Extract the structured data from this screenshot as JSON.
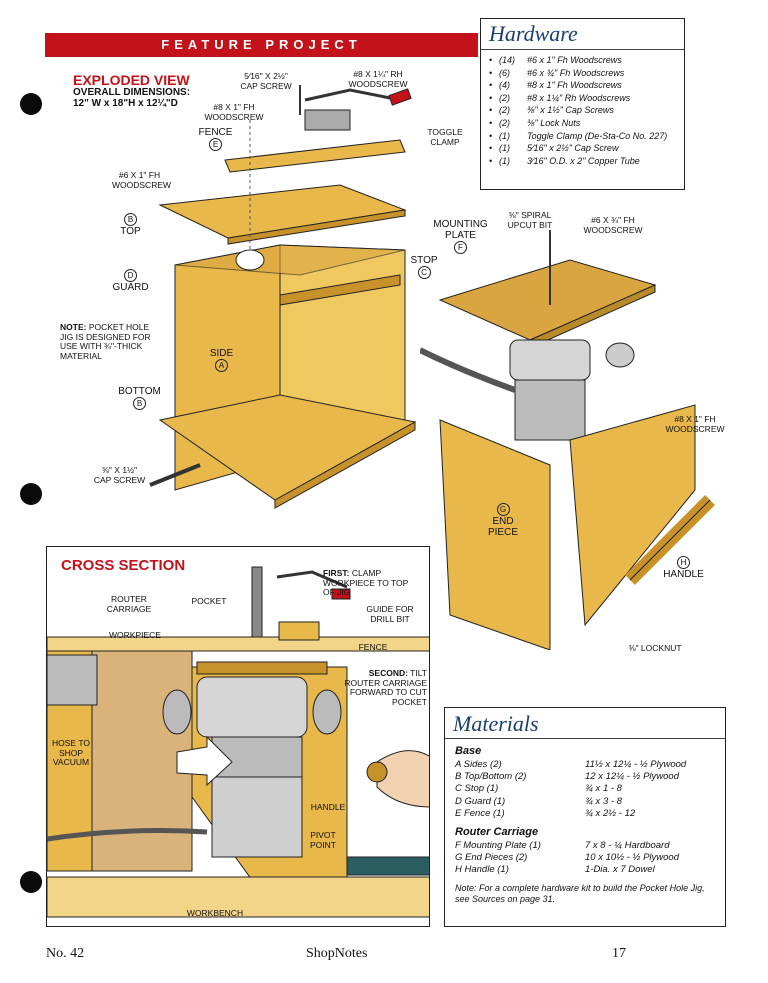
{
  "banner": "FEATURE PROJECT",
  "exploded": {
    "title": "EXPLODED VIEW",
    "dims_label": "OVERALL DIMENSIONS:",
    "dims": "12\" W x 18\"H x 12¼\"D"
  },
  "hardware": {
    "title": "Hardware",
    "items": [
      {
        "qty": "(14)",
        "desc": "#6 x 1\" Fh Woodscrews"
      },
      {
        "qty": "(6)",
        "desc": "#6 x ¾\" Fh Woodscrews"
      },
      {
        "qty": "(4)",
        "desc": "#8 x 1\" Fh Woodscrews"
      },
      {
        "qty": "(2)",
        "desc": "#8 x 1¼\" Rh Woodscrews"
      },
      {
        "qty": "(2)",
        "desc": "⅜\" x 1½\" Cap Screws"
      },
      {
        "qty": "(2)",
        "desc": "⅜\" Lock Nuts"
      },
      {
        "qty": "(1)",
        "desc": "Toggle Clamp (De-Sta-Co No. 227)"
      },
      {
        "qty": "(1)",
        "desc": "5⁄16\" x 2½\" Cap Screw"
      },
      {
        "qty": "(1)",
        "desc": "3⁄16\" O.D. x 2\" Copper Tube"
      }
    ]
  },
  "labels": {
    "capscrew_top": "5⁄16\" x 2½\" CAP SCREW",
    "rh_screw": "#8 x 1¼\" Rh WOODSCREW",
    "fh_8_top": "#8 x 1\" Fh WOODSCREW",
    "fence": "FENCE",
    "fence_letter": "E",
    "toggle": "TOGGLE CLAMP",
    "fh_6_left": "#6 x 1\" Fh WOODSCREW",
    "top": "TOP",
    "top_letter": "B",
    "guard": "GUARD",
    "guard_letter": "D",
    "stop": "STOP",
    "stop_letter": "C",
    "side": "SIDE",
    "side_letter": "A",
    "bottom": "BOTTOM",
    "bottom_letter": "B",
    "note_bold": "NOTE:",
    "note_text": "POCKET HOLE JIG IS DESIGNED FOR USE WITH ¾\"-THICK MATERIAL",
    "capscrew_bottom": "⅜\" x 1½\" CAP SCREW",
    "spiral": "⅜\" SPIRAL UPCUT BIT",
    "mount": "MOUNTING PLATE",
    "mount_letter": "F",
    "fh_6_right": "#6 x ¾\" Fh WOODSCREW",
    "fh_8_right": "#8 x 1\" Fh WOODSCREW",
    "endpiece": "END PIECE",
    "endpiece_letter": "G",
    "handle": "HANDLE",
    "handle_letter": "H",
    "locknut": "⅜\" LOCKNUT"
  },
  "cross": {
    "title": "CROSS SECTION",
    "router_carriage": "ROUTER CARRIAGE",
    "pocket": "POCKET",
    "first_bold": "FIRST:",
    "first_text": "CLAMP WORKPIECE TO TOP OF JIG",
    "guide": "GUIDE FOR DRILL BIT",
    "workpiece": "WORKPIECE",
    "fence": "FENCE",
    "second_bold": "SECOND:",
    "second_text": "TILT ROUTER CARRIAGE FORWARD TO CUT POCKET",
    "hose": "HOSE TO SHOP VACUUM",
    "handle": "HANDLE",
    "pivot": "PIVOT POINT",
    "workbench": "WORKBENCH"
  },
  "materials": {
    "title": "Materials",
    "base_h": "Base",
    "base": [
      {
        "n": "A  Sides (2)",
        "s": "11½ x 12¼ - ½ Plywood"
      },
      {
        "n": "B  Top/Bottom (2)",
        "s": "12 x 12¼ - ½ Plywood"
      },
      {
        "n": "C  Stop (1)",
        "s": "¾ x 1 - 8"
      },
      {
        "n": "D  Guard (1)",
        "s": "¾ x 3 - 8"
      },
      {
        "n": "E  Fence (1)",
        "s": "¾ x 2½ - 12"
      }
    ],
    "router_h": "Router Carriage",
    "router": [
      {
        "n": "F  Mounting Plate (1)",
        "s": "7 x 8 - ¼ Hardboard"
      },
      {
        "n": "G  End Pieces (2)",
        "s": "10 x 10½ - ½ Plywood"
      },
      {
        "n": "H  Handle (1)",
        "s": "1-Dia. x 7 Dowel"
      }
    ],
    "note": "Note: For a complete hardware kit to build the Pocket Hole Jig, see Sources on page 31."
  },
  "footer": {
    "issue": "No. 42",
    "mag": "ShopNotes",
    "page": "17"
  },
  "colors": {
    "wood": "#e8b84a",
    "wood_dark": "#c8922a",
    "brand_red": "#c4121a",
    "title_blue": "#1a3e6e"
  }
}
